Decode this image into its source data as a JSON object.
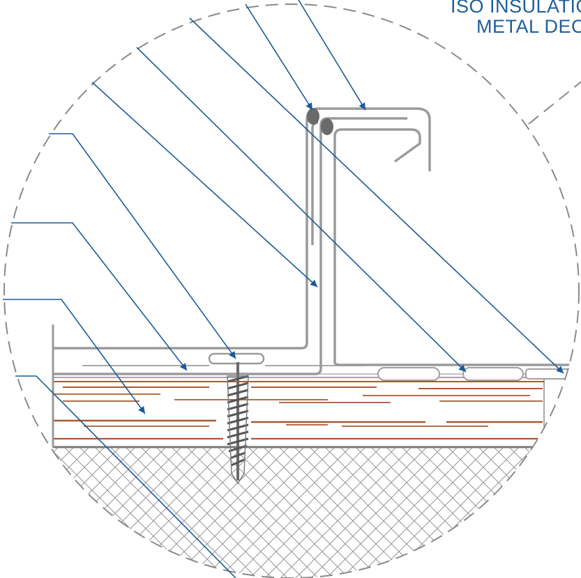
{
  "labels": {
    "line1": "ISO INSULATIO",
    "line2": "METAL DEC"
  },
  "colors": {
    "leader_blue": "#1a5a9a",
    "label_blue": "#1e5e9c",
    "metal_gray": "#9a9a9a",
    "wood_brown": "#a85a32",
    "hatch_gray": "#9a9a9a",
    "boundary_gray": "#8a8a8a"
  },
  "components": [
    "standing-seam-panel-seam",
    "panel-clip",
    "metal-roof-panel",
    "underlayment",
    "fastener-screw",
    "wood-deck",
    "iso-insulation",
    "metal-deck"
  ]
}
